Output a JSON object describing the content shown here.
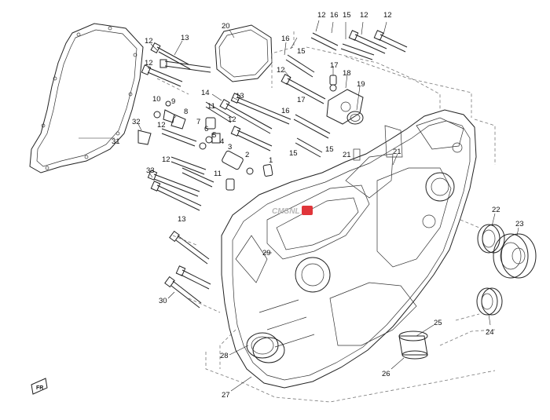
{
  "watermark": {
    "text": "CMSNL",
    "accent": "#e0353a"
  },
  "front_marker": {
    "text": "FR"
  },
  "part_labels": [
    {
      "id": "1",
      "text": "1"
    },
    {
      "id": "2",
      "text": "2"
    },
    {
      "id": "3",
      "text": "3"
    },
    {
      "id": "4",
      "text": "4"
    },
    {
      "id": "5",
      "text": "5"
    },
    {
      "id": "6",
      "text": "6"
    },
    {
      "id": "7",
      "text": "7"
    },
    {
      "id": "8",
      "text": "8"
    },
    {
      "id": "9",
      "text": "9"
    },
    {
      "id": "10",
      "text": "10"
    },
    {
      "id": "11a",
      "text": "11"
    },
    {
      "id": "11b",
      "text": "11"
    },
    {
      "id": "12a",
      "text": "12"
    },
    {
      "id": "12b",
      "text": "12"
    },
    {
      "id": "12c",
      "text": "12"
    },
    {
      "id": "12d",
      "text": "12"
    },
    {
      "id": "12e",
      "text": "12"
    },
    {
      "id": "12f",
      "text": "12"
    },
    {
      "id": "12g",
      "text": "12"
    },
    {
      "id": "12h",
      "text": "12"
    },
    {
      "id": "12i",
      "text": "12"
    },
    {
      "id": "13a",
      "text": "13"
    },
    {
      "id": "13b",
      "text": "13"
    },
    {
      "id": "13c",
      "text": "13"
    },
    {
      "id": "14",
      "text": "14"
    },
    {
      "id": "15a",
      "text": "15"
    },
    {
      "id": "15b",
      "text": "15"
    },
    {
      "id": "15c",
      "text": "15"
    },
    {
      "id": "15d",
      "text": "15"
    },
    {
      "id": "16a",
      "text": "16"
    },
    {
      "id": "16b",
      "text": "16"
    },
    {
      "id": "16c",
      "text": "16"
    },
    {
      "id": "17a",
      "text": "17"
    },
    {
      "id": "17b",
      "text": "17"
    },
    {
      "id": "18",
      "text": "18"
    },
    {
      "id": "19",
      "text": "19"
    },
    {
      "id": "20",
      "text": "20"
    },
    {
      "id": "21a",
      "text": "21"
    },
    {
      "id": "21b",
      "text": "21"
    },
    {
      "id": "22",
      "text": "22"
    },
    {
      "id": "23",
      "text": "23"
    },
    {
      "id": "24",
      "text": "24"
    },
    {
      "id": "25",
      "text": "25"
    },
    {
      "id": "26",
      "text": "26"
    },
    {
      "id": "27",
      "text": "27"
    },
    {
      "id": "28",
      "text": "28"
    },
    {
      "id": "29",
      "text": "29"
    },
    {
      "id": "30",
      "text": "30"
    },
    {
      "id": "31",
      "text": "31"
    },
    {
      "id": "32",
      "text": "32"
    },
    {
      "id": "33",
      "text": "33"
    }
  ]
}
